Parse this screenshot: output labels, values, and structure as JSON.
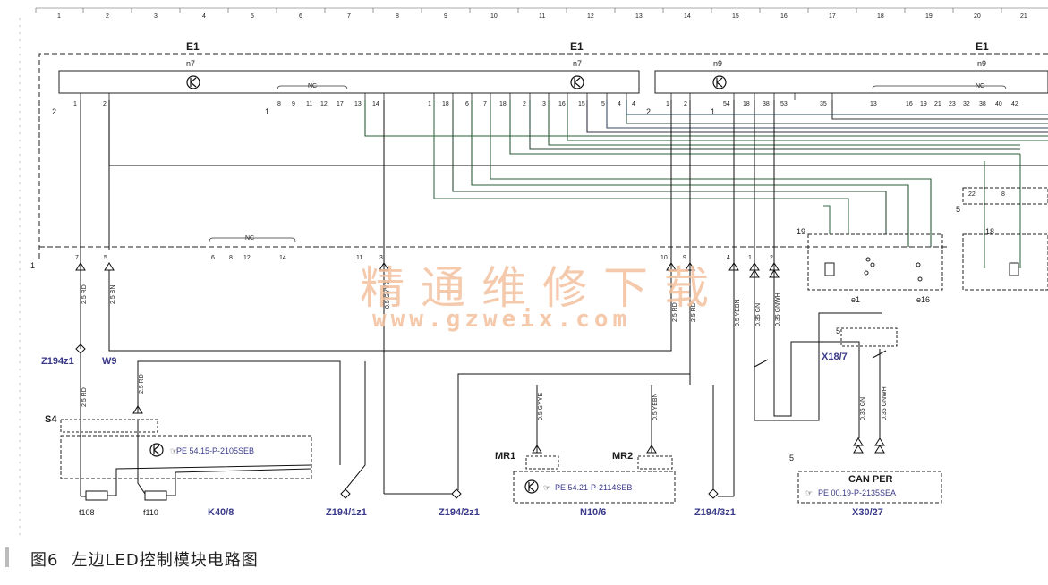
{
  "grid_numbers": [
    "1",
    "2",
    "3",
    "4",
    "5",
    "6",
    "7",
    "8",
    "9",
    "10",
    "11",
    "12",
    "13",
    "14",
    "15",
    "16",
    "17",
    "18",
    "19",
    "20",
    "21"
  ],
  "modules": {
    "e1_left": "E1",
    "e1_mid": "E1",
    "e1_right": "E1",
    "n7_left": "n7",
    "n7_mid": "n7",
    "n9_left": "n9",
    "n9_right": "n9"
  },
  "pins_n7": [
    "1",
    "2",
    "8",
    "9",
    "11",
    "12",
    "17",
    "13",
    "14",
    "1",
    "18",
    "6",
    "7",
    "18",
    "2",
    "3",
    "16",
    "15",
    "5",
    "4",
    "4"
  ],
  "pins_n9": [
    "1",
    "2",
    "54",
    "18",
    "38",
    "53",
    "35",
    "13",
    "16",
    "19",
    "21",
    "23",
    "32",
    "38",
    "40",
    "42"
  ],
  "nc_label": "NC",
  "lower_pins": [
    "7",
    "5",
    "6",
    "8",
    "12",
    "14",
    "11",
    "3",
    "10",
    "9",
    "4",
    "1",
    "2"
  ],
  "wires": {
    "w_rd1": "2.5 RD",
    "w_bn1": "2.5 BN",
    "w_rd2": "2.5 RD",
    "w_gyye": "0.5 GYYE",
    "w_rd3": "2.5 RD",
    "w_rd4": "2.5 RD",
    "w_ybn": "0.5 YEBN",
    "w_gn": "0.35 GN",
    "w_gnwh": "0.35 GNWH",
    "w_gyye2": "0.5 GYYE",
    "w_ybn2": "0.5 YEBN",
    "w_gn2": "0.35 GN",
    "w_gnwh2": "0.35 GNWH"
  },
  "connectors": {
    "z194z1": "Z194z1",
    "w9": "W9",
    "s4": "S4",
    "k40": "K40/8",
    "f108": "f108",
    "f110": "f110",
    "z194_1z1": "Z194/1z1",
    "z194_2z1": "Z194/2z1",
    "z194_3z1": "Z194/3z1",
    "mr1": "MR1",
    "mr2": "MR2",
    "n10": "N10/6",
    "x18": "X18/7",
    "can": "CAN PER",
    "x30": "X30/27",
    "e1c": "e1",
    "e16c": "e16"
  },
  "refs": {
    "pe1": "PE 54.15-P-2105SEB",
    "pe2": "PE 54.21-P-2114SEB",
    "pe3": "PE 00.19-P-2135SEA"
  },
  "side_nums": {
    "n2": "2",
    "n1a": "1",
    "n2b": "2",
    "n1b": "1",
    "n1c": "1",
    "n19": "19",
    "n5": "5",
    "n18": "18",
    "n22": "22",
    "n5b": "5",
    "n5c": "5",
    "n8": "8",
    "n4": "4"
  },
  "watermark": {
    "cn": "精通维修下载",
    "url": "www.gzweix.com"
  },
  "caption": {
    "fig": "图6",
    "title": "左边LED控制模块电路图"
  }
}
